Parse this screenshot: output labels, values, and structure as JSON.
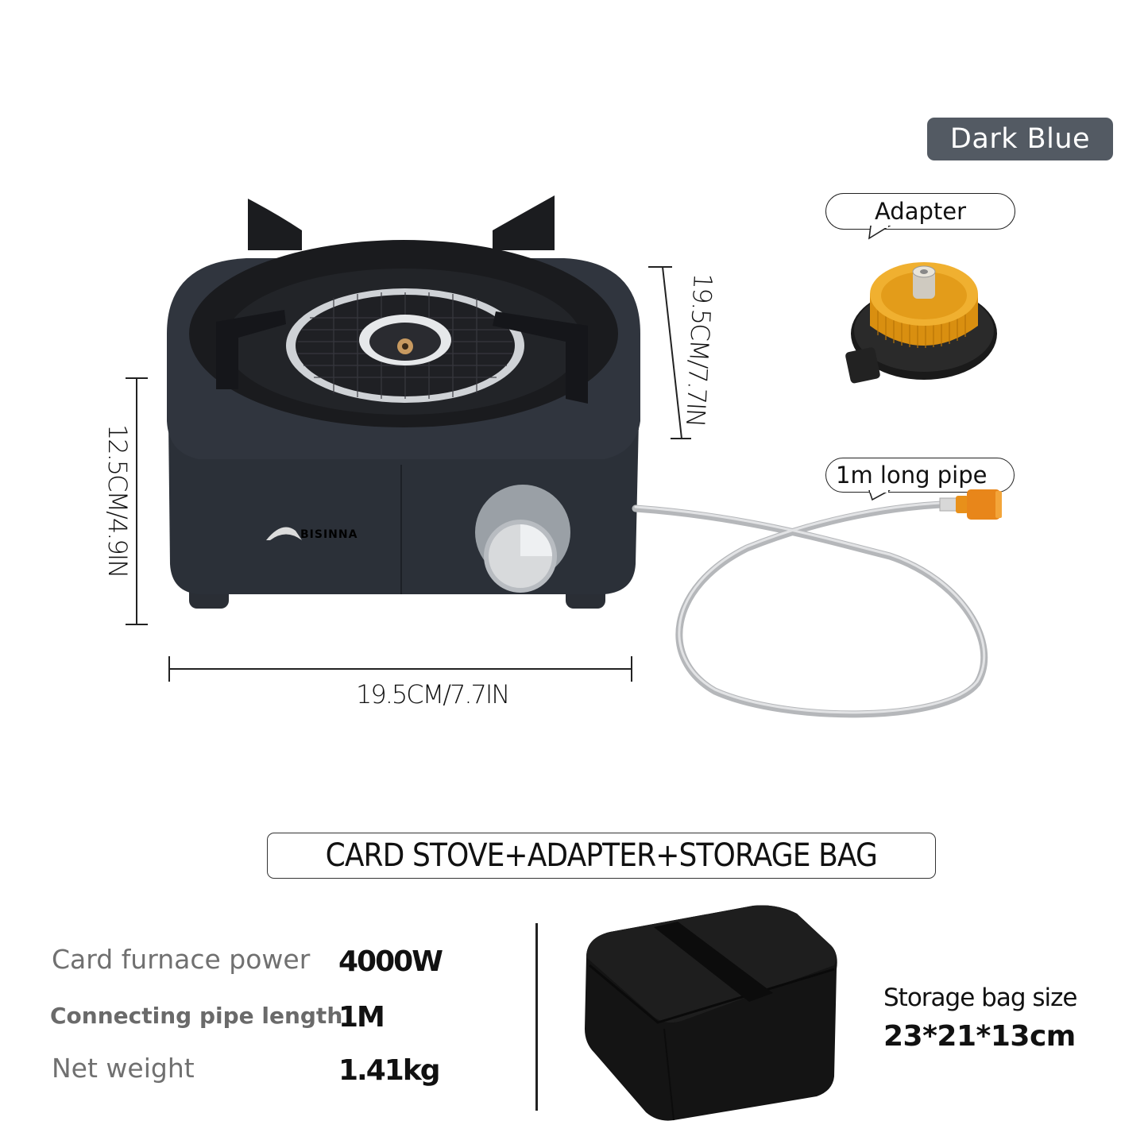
{
  "color_variant": "Dark Blue",
  "callouts": {
    "adapter": "Adapter",
    "pipe": "1m long pipe"
  },
  "product": {
    "brand": "BISINNA",
    "colors": {
      "body": "#2b3038",
      "grate": "#1a1b1e",
      "adapter_gold": "#e8a21a",
      "connector_orange": "#e88a1a",
      "hose": "#c8c8c8",
      "bag": "#151515",
      "badge": "#535a63"
    }
  },
  "dimensions": {
    "height": "12.5CM/4.9IN",
    "depth": "19.5CM/7.7IN",
    "width": "19.5CM/7.7IN"
  },
  "package": {
    "title": "CARD STOVE+ADAPTER+STORAGE BAG"
  },
  "specs": [
    {
      "label": "Card furnace power",
      "value": "4000W"
    },
    {
      "label": "Connecting pipe length",
      "value": "1M"
    },
    {
      "label": "Net weight",
      "value": "1.41kg"
    }
  ],
  "storage_bag": {
    "label": "Storage bag size",
    "value": "23*21*13cm"
  }
}
